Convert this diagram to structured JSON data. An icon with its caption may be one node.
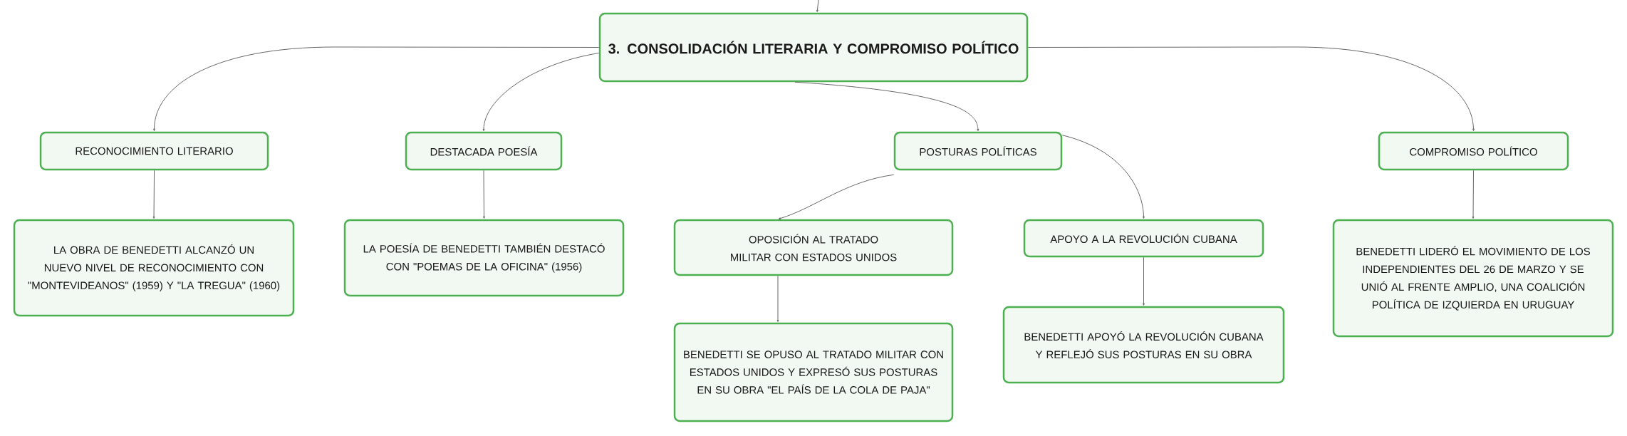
{
  "diagram": {
    "nodes": [
      {
        "text": [
          "3. CONSOLIDACIÓN LITERARIA Y COMPROMISO POLÍTICO"
        ]
      },
      {
        "text": [
          "RECONOCIMIENTO LITERARIO"
        ]
      },
      {
        "text": [
          "LA OBRA DE BENEDETTI ALCANZÓ UN NUEVO NIVEL DE RECONOCIMIENTO CON \"MONTEVIDEANOS\" (1959) Y \"LA TREGUA\" (1960)"
        ]
      },
      {
        "text": [
          "DESTACADA POESÍA"
        ]
      },
      {
        "text": [
          "LA POESÍA DE BENEDETTI TAMBIÉN DESTACÓ CON \"POEMAS DE LA OFICINA\" (1956)"
        ]
      },
      {
        "text": [
          "POSTURAS POLÍTICAS"
        ]
      },
      {
        "text": [
          "OPOSICIÓN AL TRATADO MILITAR CON ESTADOS UNIDOS"
        ]
      },
      {
        "text": [
          "BENEDETTI SE OPUSO AL TRATADO MILITAR CON ESTADOS UNIDOS Y EXPRESÓ SUS POSTURAS EN SU OBRA \"EL PAÍS DE LA COLA DE PAJA\""
        ]
      },
      {
        "text": [
          "APOYO A LA REVOLUCIÓN CUBANA"
        ]
      },
      {
        "text": [
          "BENEDETTI APOYÓ LA REVOLUCIÓN CUBANA Y REFLEJÓ SUS POSTURAS EN SU OBRA"
        ]
      },
      {
        "text": [
          "COMPROMISO POLÍTICO"
        ]
      },
      {
        "text": [
          "BENEDETTI LIDERÓ EL MOVIMIENTO DE LOS INDEPENDIENTES DEL 26 DE MARZO Y SE UNIÓ AL FRENTE AMPLIO, UNA COALICIÓN POLÍTICA DE IZQUIERDA EN URUGUAY"
        ]
      }
    ],
    "edges": [
      {
        "from": null,
        "to": 0,
        "arrow": "to"
      },
      {
        "from": 0,
        "to": 1,
        "arrow": "to"
      },
      {
        "from": 0,
        "to": 3,
        "arrow": "to"
      },
      {
        "from": 0,
        "to": 5,
        "arrow": "to"
      },
      {
        "from": 0,
        "to": 10,
        "arrow": "to"
      },
      {
        "from": 1,
        "to": 2,
        "arrow": "to"
      },
      {
        "from": 3,
        "to": 4,
        "arrow": "to"
      },
      {
        "from": 5,
        "to": 6,
        "arrow": "to"
      },
      {
        "from": 5,
        "to": 8,
        "arrow": "to"
      },
      {
        "from": 6,
        "to": 7,
        "arrow": "to"
      },
      {
        "from": 8,
        "to": 9,
        "arrow": "to"
      },
      {
        "from": 10,
        "to": 11,
        "arrow": "to"
      }
    ]
  }
}
